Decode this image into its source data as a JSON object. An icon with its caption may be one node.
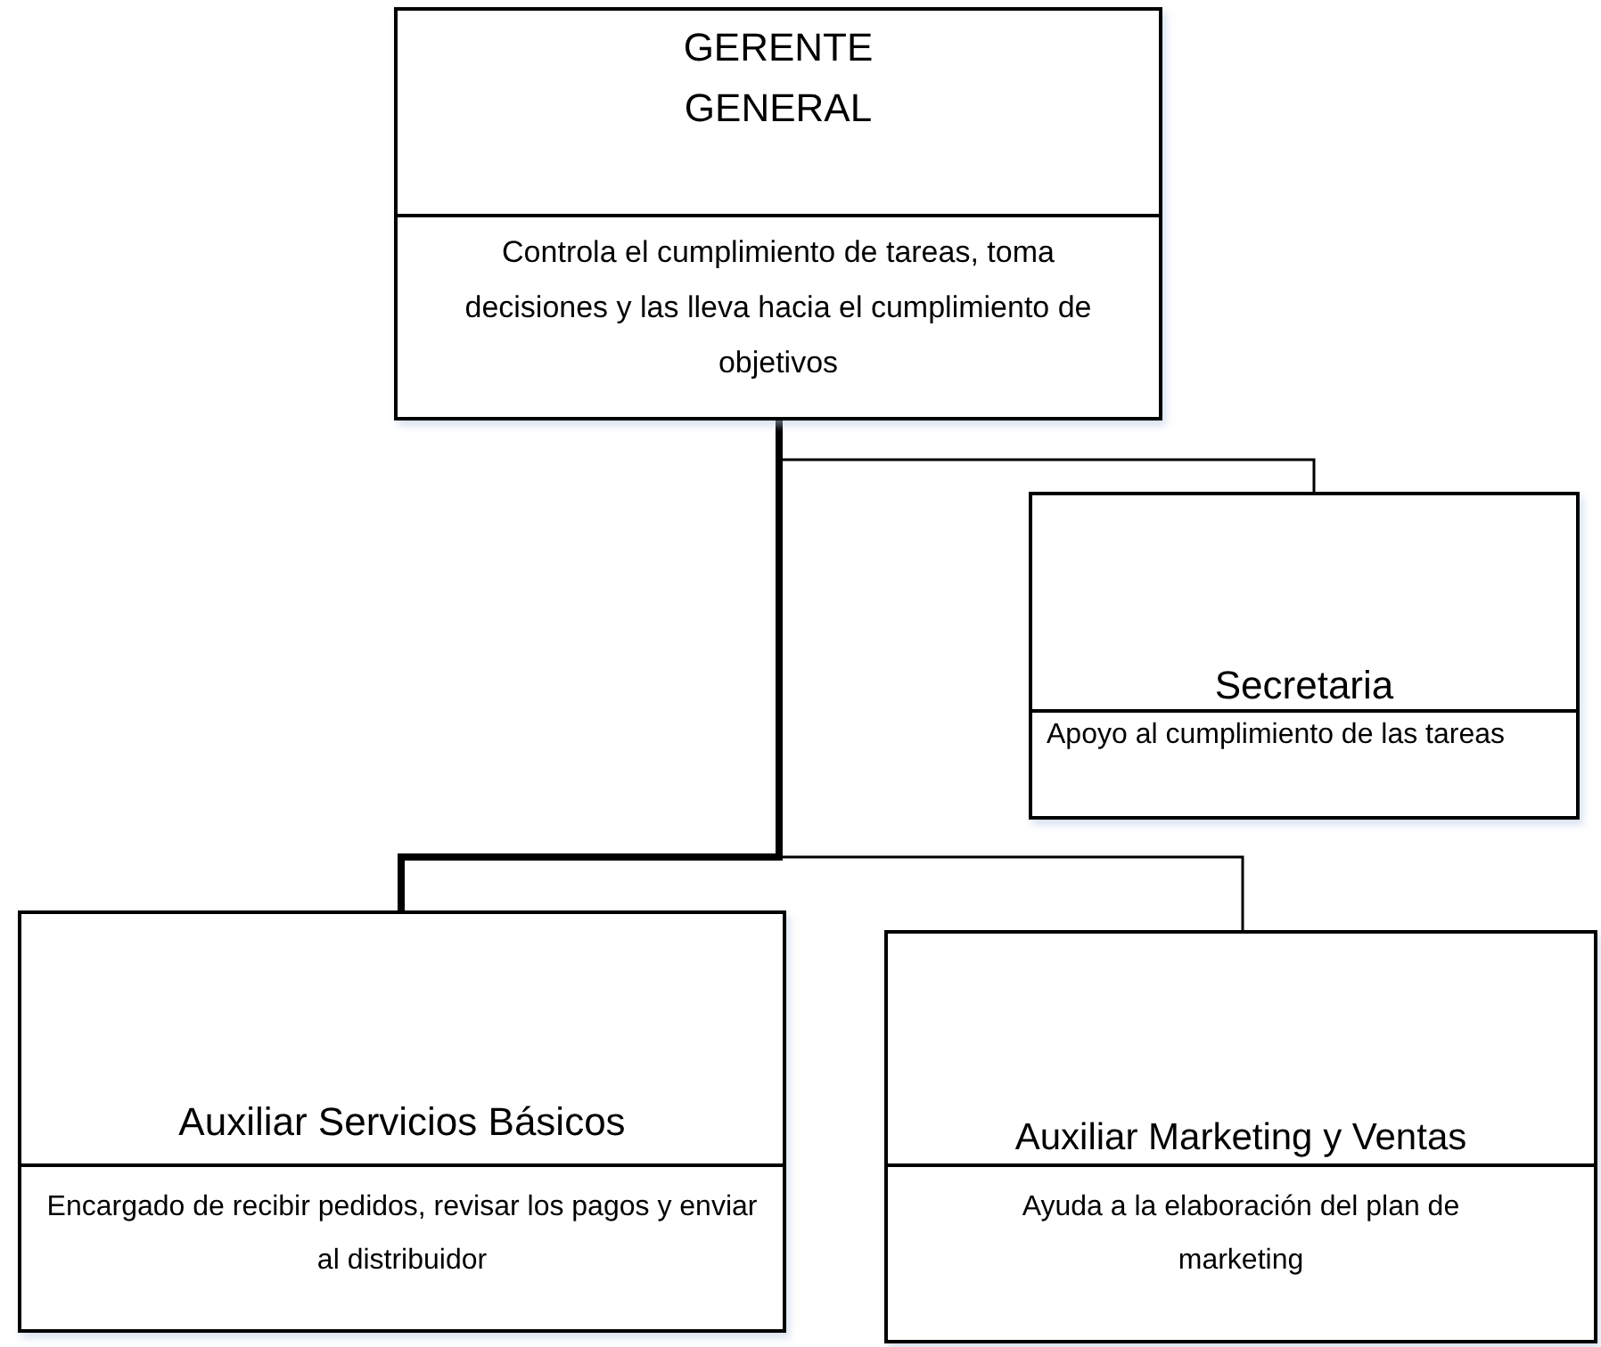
{
  "diagram": {
    "nodes": [
      {
        "text": [
          "GERENTE GENERAL",
          "Controla el cumplimiento de tareas, toma decisiones y las lleva hacia el cumplimiento de objetivos"
        ]
      },
      {
        "text": [
          "Secretaria",
          "Apoyo al cumplimiento de las tareas"
        ]
      },
      {
        "text": [
          "Auxiliar Servicios Básicos",
          "Encargado de recibir pedidos, revisar los pagos y enviar al distribuidor"
        ]
      },
      {
        "text": [
          "Auxiliar Marketing y Ventas",
          "Ayuda a la elaboración del plan de marketing"
        ]
      }
    ],
    "edges": [
      {
        "from": 0,
        "to": 1,
        "arrow": "none"
      },
      {
        "from": 0,
        "to": 2,
        "arrow": "none",
        "style": "thick"
      },
      {
        "from": 0,
        "to": 3,
        "arrow": "none"
      }
    ]
  }
}
